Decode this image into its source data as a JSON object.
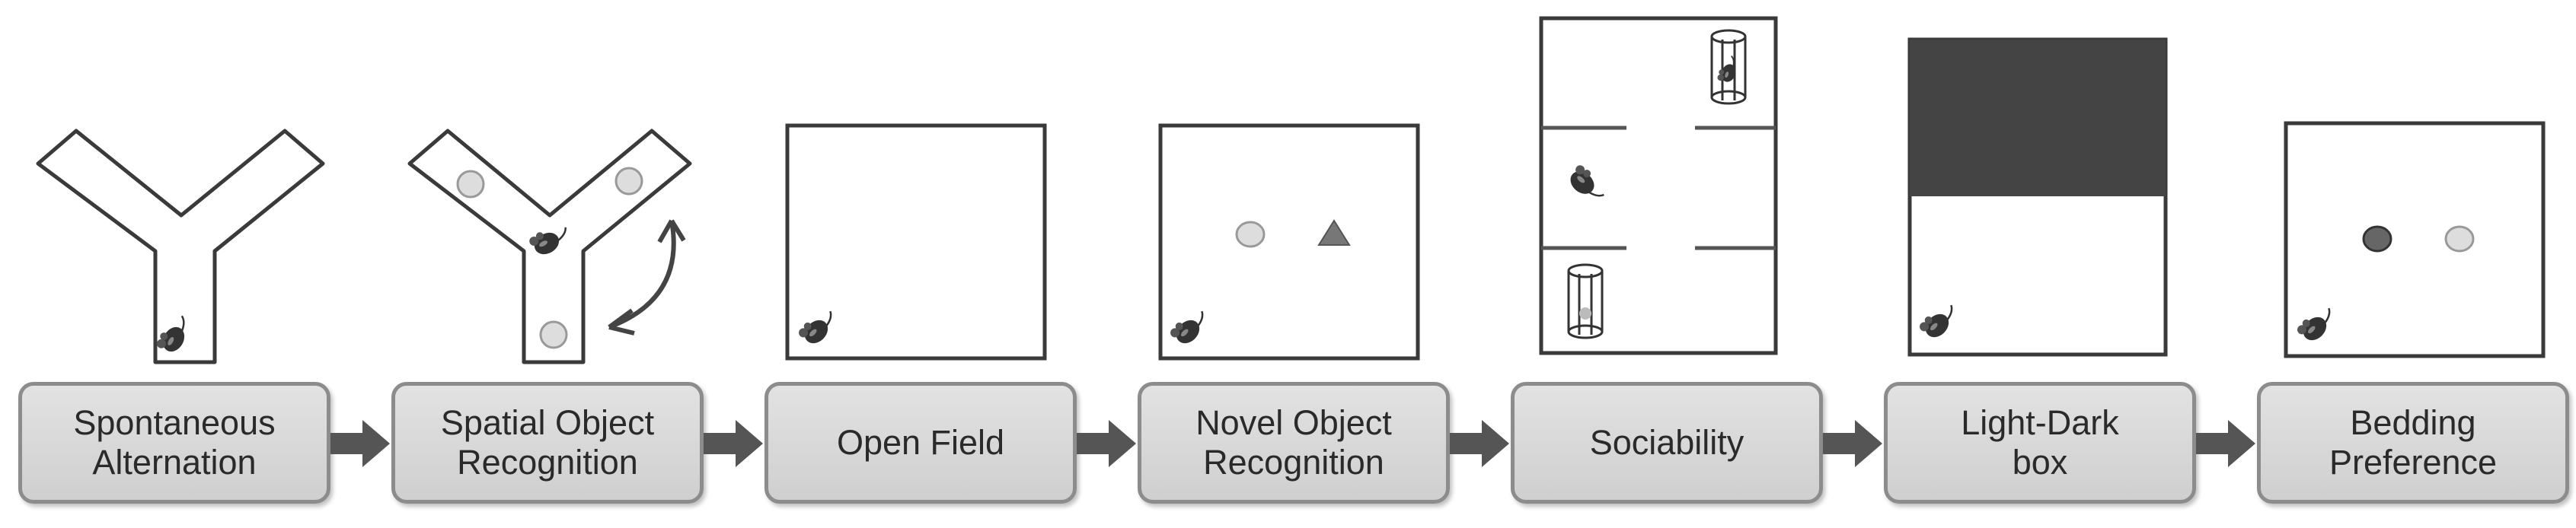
{
  "colors": {
    "outline": "#444444",
    "box_fill": "#dcdcdc",
    "dark_chamber": "#444444",
    "mouse": "#333333",
    "object_light": "#dedede",
    "object_dark": "#666666"
  },
  "steps": [
    {
      "label": "Spontaneous\nAlternation"
    },
    {
      "label": "Spatial Object\nRecognition"
    },
    {
      "label": "Open Field"
    },
    {
      "label": "Novel Object\nRecognition"
    },
    {
      "label": "Sociability"
    },
    {
      "label": "Light-Dark\nbox"
    },
    {
      "label": "Bedding\nPreference"
    }
  ]
}
